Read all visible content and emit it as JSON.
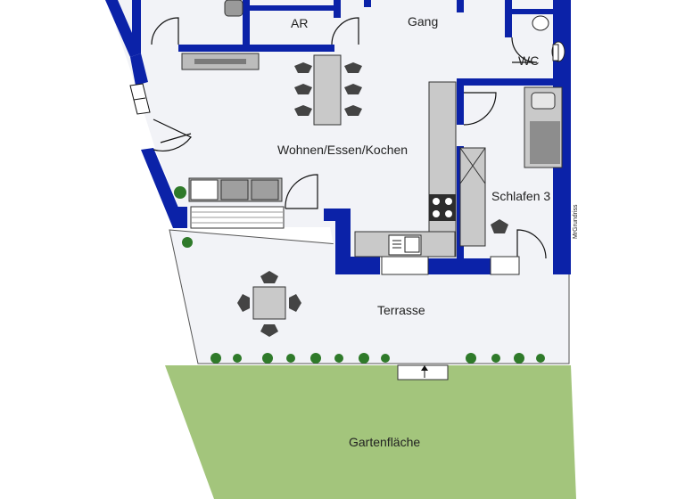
{
  "rooms": {
    "ar": "AR",
    "gang": "Gang",
    "wc": "WC",
    "wohnen": "Wohnen/Essen/Kochen",
    "schlafen3": "Schlafen 3",
    "terrasse": "Terrasse",
    "garten": "Gartenfläche"
  },
  "watermark": "MrGrundriss",
  "colors": {
    "wall": "#0b22a8",
    "floor": "#f2f3f7",
    "garden": "#a3c57c",
    "furniture": "#b9b9b9",
    "plant": "#2f7a2a"
  }
}
